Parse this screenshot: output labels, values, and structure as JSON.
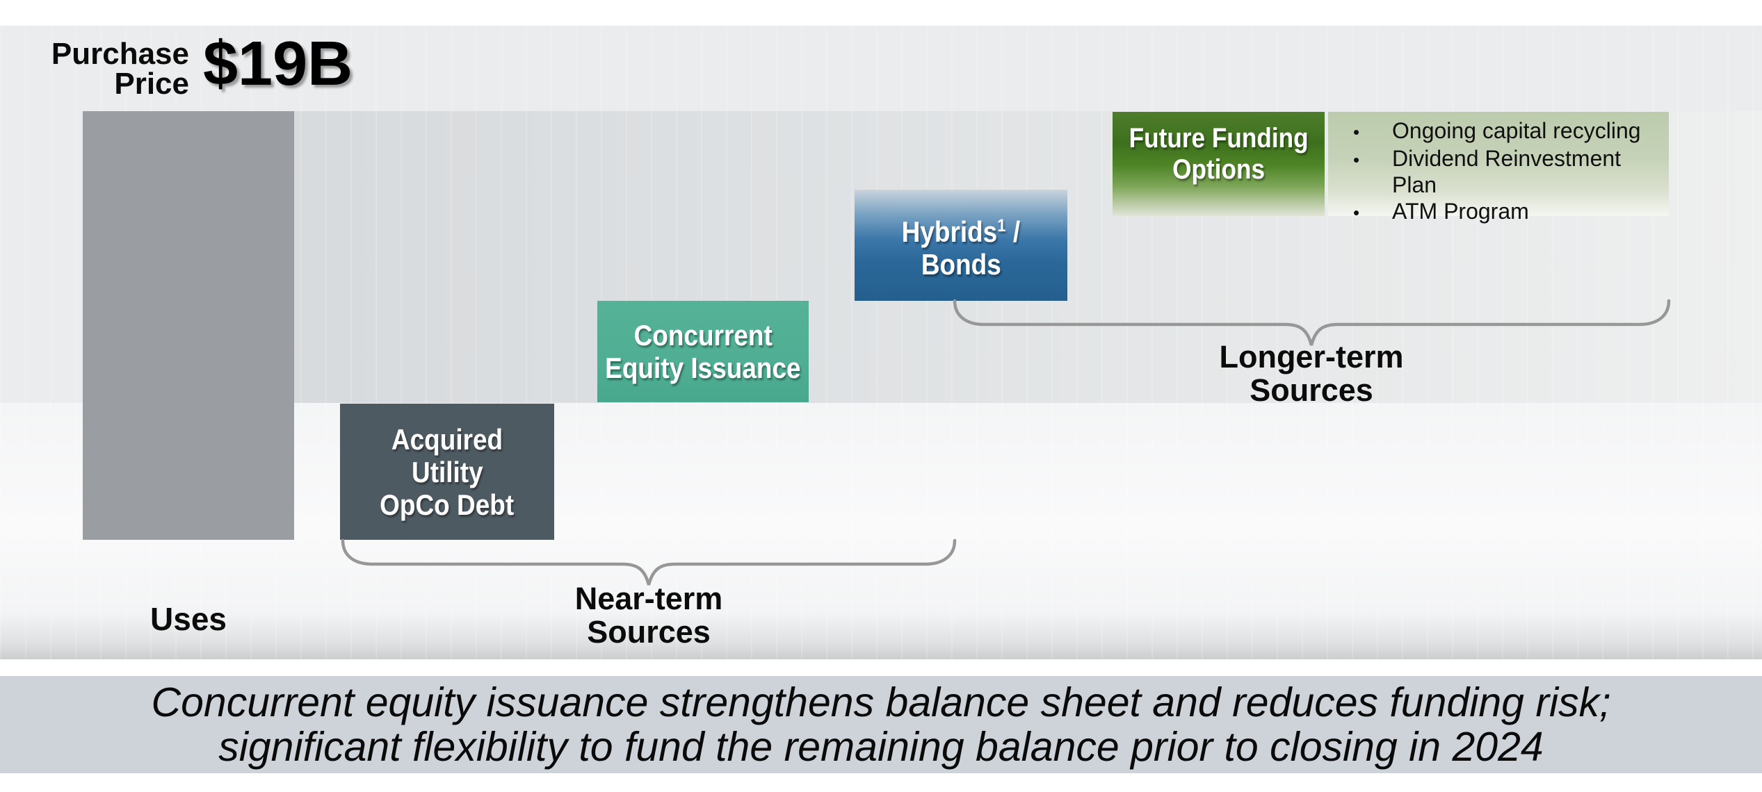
{
  "header": {
    "purchase_line1": "Purchase",
    "purchase_line2": "Price",
    "amount": "$19B"
  },
  "uses": {
    "label": "Uses"
  },
  "boxes": {
    "opco": {
      "line1": "Acquired",
      "line2": "Utility",
      "line3": "OpCo Debt",
      "color": "#4E5A62"
    },
    "equity": {
      "line1": "Concurrent",
      "line2": "Equity Issuance",
      "color": "#4FAE93"
    },
    "hybrids": {
      "line1a": "Hybrids",
      "sup": "1",
      "line1b": " /",
      "line2": "Bonds",
      "color": "#2B6899"
    },
    "future": {
      "line1": "Future Funding",
      "line2": "Options",
      "color": "#3D701D"
    }
  },
  "bullets": {
    "items": [
      "Ongoing capital recycling",
      "Dividend Reinvestment Plan",
      "ATM Program"
    ]
  },
  "brackets": {
    "near": {
      "line1": "Near-term",
      "line2": "Sources"
    },
    "longer": {
      "line1": "Longer-term",
      "line2": "Sources"
    }
  },
  "caption": {
    "line1": "Concurrent equity issuance strengthens balance sheet and reduces funding risk;",
    "line2": "significant flexibility to fund the remaining balance prior to closing in 2024"
  },
  "colors": {
    "uses_bar": "#9A9EA2",
    "band": "#DCDFE1",
    "caption_band": "#CDD3D8",
    "bracket": "#979797"
  },
  "chart_data": {
    "type": "bar",
    "title": "Purchase Price $19B — Uses and Sources (waterfall)",
    "total_label": "$19B",
    "categories": [
      "Uses (Purchase Price)",
      "Acquired Utility OpCo Debt",
      "Concurrent Equity Issuance",
      "Hybrids / Bonds",
      "Future Funding Options"
    ],
    "values_billions_estimated": [
      19,
      6.0,
      4.5,
      4.9,
      3.6
    ],
    "groups": {
      "near_term_sources": [
        "Acquired Utility OpCo Debt",
        "Concurrent Equity Issuance"
      ],
      "longer_term_sources": [
        "Hybrids / Bonds",
        "Future Funding Options"
      ]
    },
    "notes": [
      "Hybrids footnote marker: 1",
      "Future Funding Options bullets: Ongoing capital recycling; Dividend Reinvestment Plan; ATM Program"
    ],
    "axis": "none (segment heights proportional to $19B total)",
    "legend_position": "none"
  }
}
